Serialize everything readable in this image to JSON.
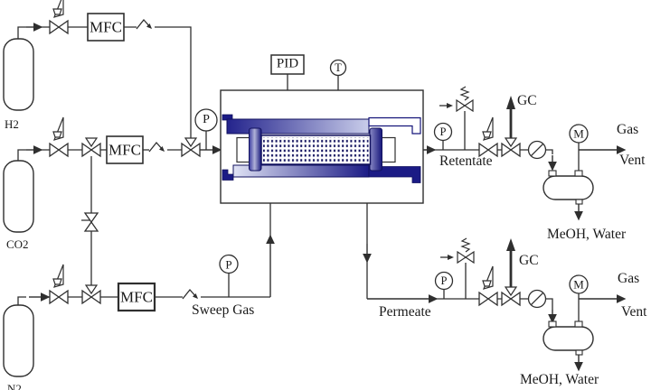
{
  "labels": {
    "gas_cylinders": {
      "h2": "H2",
      "co2": "CO2",
      "n2": "N2"
    },
    "mass_flow_controller": "MFC",
    "controller": "PID",
    "thermocouple": "T",
    "pressure_indicator": "P",
    "meter": "M",
    "gas_chromatograph": "GC",
    "streams": {
      "retentate": "Retentate",
      "permeate": "Permeate",
      "sweep_gas": "Sweep Gas"
    },
    "outlets": {
      "gas": "Gas",
      "vent": "Vent",
      "condensate": "MeOH, Water"
    }
  },
  "colors": {
    "line": "#2f2f2f",
    "membrane_navy": "#1b1b85",
    "membrane_light": "#e6e9f7",
    "background": "#ffffff"
  }
}
